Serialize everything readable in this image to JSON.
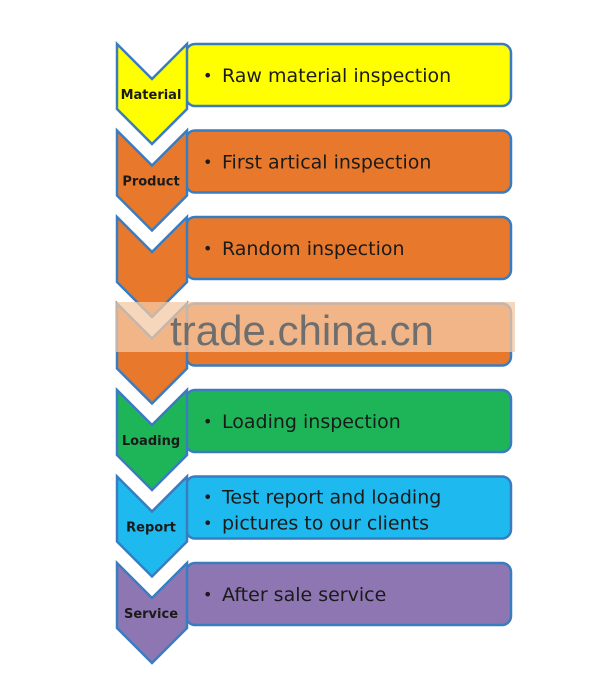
{
  "steps": [
    {
      "label": "Material",
      "items": [
        "Raw material inspection"
      ],
      "color": "#FFFF00"
    },
    {
      "label": "Product",
      "items": [
        "First artical inspection"
      ],
      "color": "#E8792C"
    },
    {
      "label": "",
      "items": [
        "Random inspection"
      ],
      "color": "#E8792C"
    },
    {
      "label": "",
      "items": [],
      "color": "#E8792C"
    },
    {
      "label": "Loading",
      "items": [
        "Loading inspection"
      ],
      "color": "#1EB559"
    },
    {
      "label": "Report",
      "items": [
        "Test report and loading",
        "pictures to our clients"
      ],
      "color": "#1EB9EE"
    },
    {
      "label": "Service",
      "items": [
        "After sale service"
      ],
      "color": "#8E76B2"
    }
  ],
  "watermark": "trade.china.cn",
  "colors": {
    "border": "#3A7CC0",
    "band": "#F4C9A6"
  }
}
